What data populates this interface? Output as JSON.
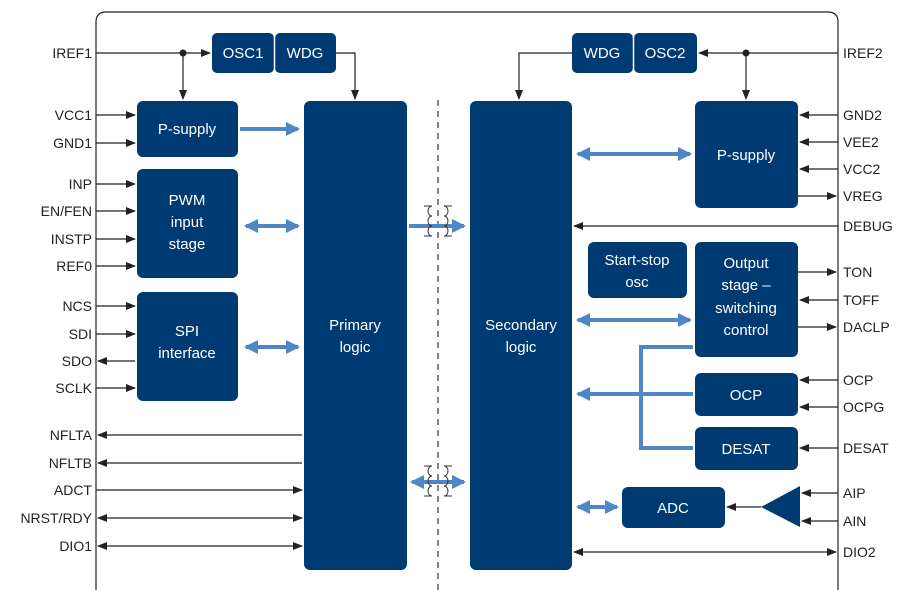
{
  "colors": {
    "block": "#003a73",
    "arrow_blue": "#4f86c6",
    "line": "#222222",
    "background": "#ffffff"
  },
  "left_pins": {
    "iref1": "IREF1",
    "vcc1": "VCC1",
    "gnd1": "GND1",
    "inp": "INP",
    "en_fen": "EN/FEN",
    "instp": "INSTP",
    "ref0": "REF0",
    "ncs": "NCS",
    "sdi": "SDI",
    "sdo": "SDO",
    "sclk": "SCLK",
    "nflta": "NFLTA",
    "nfltb": "NFLTB",
    "adct": "ADCT",
    "nrst_rdy": "NRST/RDY",
    "dio1": "DIO1"
  },
  "right_pins": {
    "iref2": "IREF2",
    "gnd2": "GND2",
    "vee2": "VEE2",
    "vcc2": "VCC2",
    "vreg": "VREG",
    "debug": "DEBUG",
    "ton": "TON",
    "toff": "TOFF",
    "daclp": "DACLP",
    "ocp": "OCP",
    "ocpg": "OCPG",
    "desat": "DESAT",
    "aip": "AIP",
    "ain": "AIN",
    "dio2": "DIO2"
  },
  "blocks": {
    "osc1": "OSC1",
    "wdg1": "WDG",
    "wdg2": "WDG",
    "osc2": "OSC2",
    "psupply1": "P-supply",
    "pwm": [
      "PWM",
      "input",
      "stage"
    ],
    "spi": [
      "SPI",
      "interface"
    ],
    "primary": [
      "Primary",
      "logic"
    ],
    "secondary": [
      "Secondary",
      "logic"
    ],
    "psupply2": "P-supply",
    "startstop": [
      "Start-stop",
      "osc"
    ],
    "output": [
      "Output",
      "stage –",
      "switching",
      "control"
    ],
    "ocp": "OCP",
    "desat": "DESAT",
    "adc": "ADC"
  }
}
